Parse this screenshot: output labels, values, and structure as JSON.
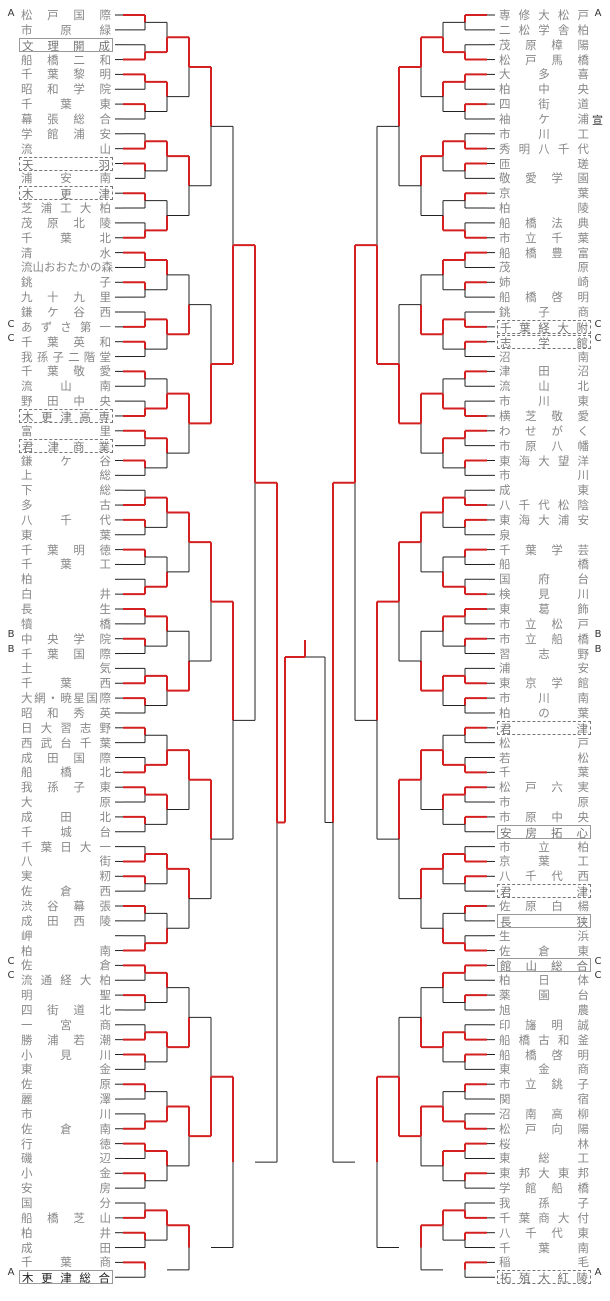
{
  "bracket": {
    "left": [
      "松戸国際",
      "市原緑",
      "文理開成",
      "船橋二和",
      "千葉黎明",
      "昭和学院",
      "千葉東",
      "幕張総合",
      "学館浦安",
      "流山",
      "天羽",
      "浦安南",
      "木更津",
      "芝浦工大柏",
      "茂原北陵",
      "千葉北",
      "清水",
      "流山おおたかの森",
      "銚子",
      "九十九里",
      "鎌ケ谷西",
      "あずさ第一",
      "千葉英和",
      "我孫子二階堂",
      "千葉敬愛",
      "流山南",
      "野田中央",
      "木更津高専",
      "富里",
      "君津商業",
      "鎌ケ谷",
      "上総",
      "下総",
      "多古",
      "八千代",
      "東葉",
      "千葉明徳",
      "千葉工",
      "柏",
      "白井",
      "長生",
      "犢橋",
      "中央学院",
      "千葉国際",
      "土気",
      "千葉西",
      "大網・暁星国際",
      "昭和秀英",
      "日大習志野",
      "西武台千葉",
      "成田国際",
      "船橋北",
      "我孫子東",
      "大原",
      "成田北",
      "千城台",
      "千葉日大一",
      "八街",
      "実籾",
      "佐倉西",
      "渋谷幕張",
      "成田西陵",
      "岬",
      "柏南",
      "佐倉",
      "流通経大柏",
      "明聖",
      "四街道北",
      "一宮商",
      "勝浦若潮",
      "小見川",
      "東金",
      "佐原",
      "麗澤",
      "市川",
      "佐倉南",
      "行徳",
      "磯辺",
      "小金",
      "安房",
      "国分",
      "船橋芝山",
      "柏井",
      "成田",
      "千葉商",
      "木更津総合"
    ],
    "right": [
      "専修大松戸",
      "二松学舎柏",
      "茂原樟陽",
      "松戸馬橋",
      "大多喜",
      "柏中央",
      "四街道",
      "袖ケ浦",
      "市川工",
      "秀明八千代",
      "匝瑳",
      "敬愛学園",
      "京葉",
      "柏陵",
      "船橋法典",
      "市立千葉",
      "船橋豊富",
      "茂原",
      "姉崎",
      "船橋啓明",
      "銚子商",
      "千葉経大附",
      "志学館",
      "沼南",
      "津田沼",
      "流山北",
      "市川東",
      "横芝敬愛",
      "わせがく",
      "市原八幡",
      "東海大望洋",
      "市川",
      "成東",
      "八千代松陰",
      "東海大浦安",
      "泉",
      "千葉学芸",
      "船橋",
      "国府台",
      "検見川",
      "東葛飾",
      "市立松戸",
      "市立船橋",
      "習志野",
      "浦安",
      "東京学館",
      "市川南",
      "柏の葉",
      "君津",
      "松戸",
      "若松",
      "千葉",
      "松戸六実",
      "市原",
      "市原中央",
      "安房拓心",
      "市立柏",
      "京葉工",
      "八千代西",
      "君津",
      "佐原白楊",
      "長狭",
      "生浜",
      "佐倉東",
      "館山総合",
      "柏日体",
      "薬園台",
      "旭農",
      "印旛明誠",
      "船橋古和釜",
      "船橋啓明",
      "東金商",
      "市立銚子",
      "関宿",
      "沼南高柳",
      "松戸向陽",
      "桜林",
      "東総工",
      "東邦大東邦",
      "学館船橋",
      "我孫子",
      "千葉商大付",
      "八千代東",
      "千葉南",
      "稲毛",
      "拓殖大紅陵"
    ],
    "seeds": {
      "left_top": "A",
      "left_c1": "C",
      "left_c2": "C",
      "left_b1": "B",
      "left_b2": "B",
      "left_c3": "C",
      "left_c4": "C",
      "left_bottom": "A",
      "right_top": "A",
      "right_c1": "C",
      "right_c2": "C",
      "right_b1": "B",
      "right_b2": "B",
      "right_c3": "C",
      "right_c4": "C",
      "right_bottom": "A"
    },
    "note": "宣"
  },
  "colors": {
    "winner_line": "#d42020",
    "line": "#222222"
  }
}
